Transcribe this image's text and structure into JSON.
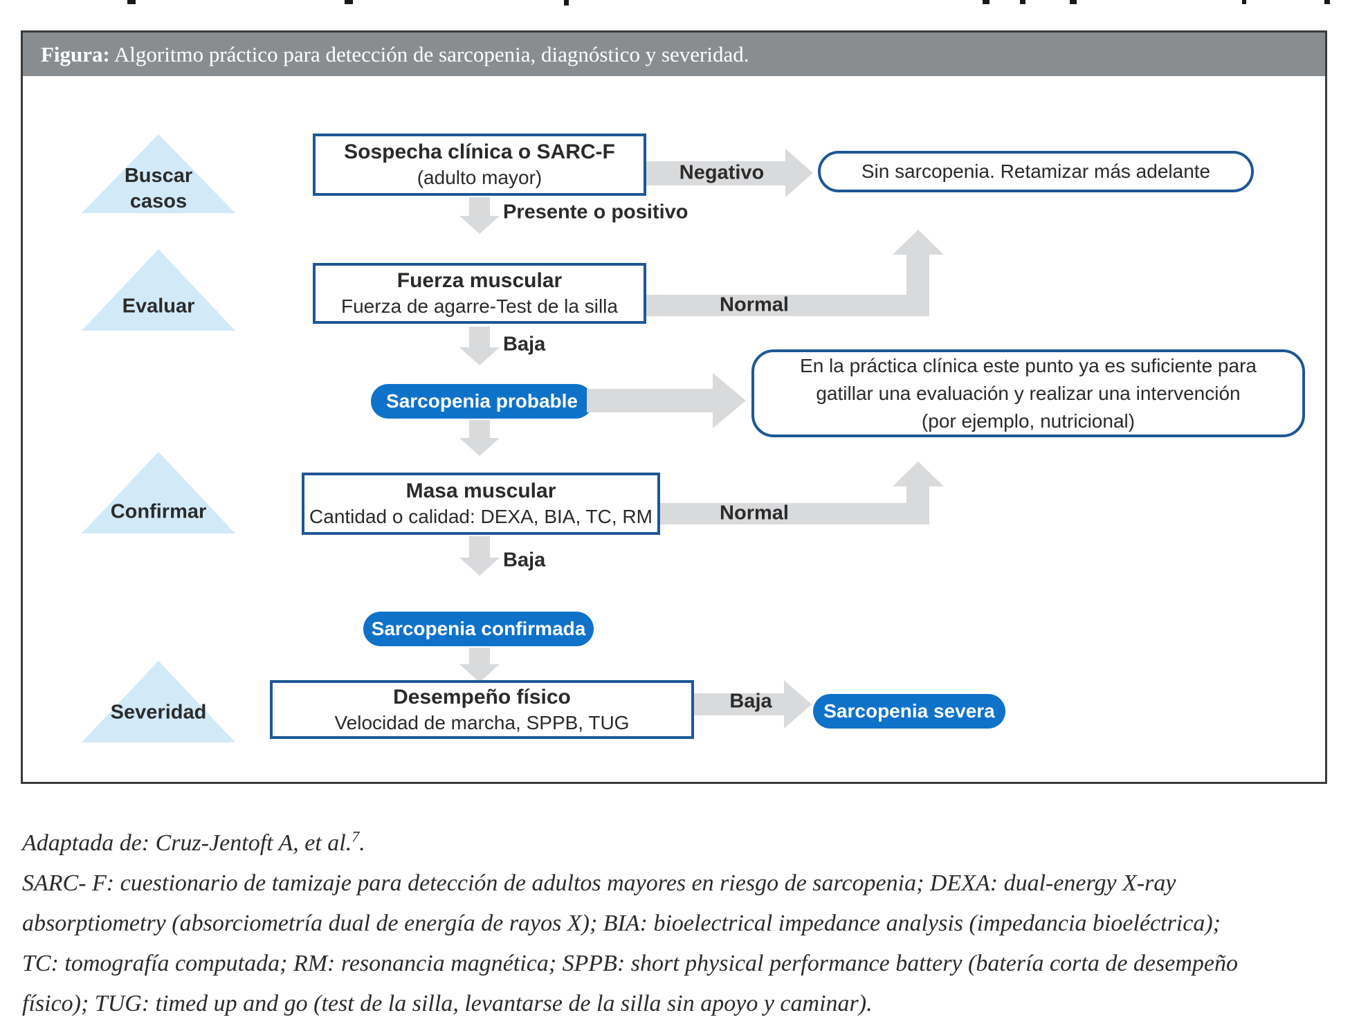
{
  "figure": {
    "header": {
      "label": "Figura:",
      "title": " Algoritmo práctico para detección de sarcopenia, diagnóstico y severidad."
    },
    "stages": [
      {
        "lines": [
          "Buscar",
          "casos"
        ]
      },
      {
        "label": "Evaluar"
      },
      {
        "label": "Confirmar"
      },
      {
        "label": "Severidad"
      }
    ],
    "nodes": {
      "suspicion": {
        "title": "Sospecha clínica o SARC-F",
        "subtitle": "(adulto mayor)"
      },
      "no_sarcopenia": {
        "text": "Sin sarcopenia. Retamizar más adelante"
      },
      "strength": {
        "title": "Fuerza muscular",
        "subtitle": "Fuerza de agarre-Test de la silla"
      },
      "probable": {
        "text": "Sarcopenia probable"
      },
      "note": {
        "lines": [
          "En la práctica clínica este punto ya es suficiente para",
          "gatillar una evaluación y realizar una intervención",
          "(por ejemplo, nutricional)"
        ]
      },
      "mass": {
        "title": "Masa muscular",
        "subtitle": "Cantidad o calidad: DEXA, BIA, TC, RM"
      },
      "confirmed": {
        "text": "Sarcopenia confirmada"
      },
      "performance": {
        "title": "Desempeño físico",
        "subtitle": "Velocidad de marcha, SPPB, TUG"
      },
      "severe": {
        "text": "Sarcopenia severa"
      }
    },
    "edges": {
      "negativo": "Negativo",
      "presente": "Presente o positivo",
      "normal1": "Normal",
      "baja1": "Baja",
      "normal2": "Normal",
      "baja2": "Baja",
      "baja3": "Baja"
    }
  },
  "caption": {
    "adapted": "Adaptada de: Cruz-Jentoft A, et al.",
    "ref": "7",
    "period": ".",
    "lines": [
      "SARC- F: cuestionario de tamizaje para detección de adultos mayores en riesgo de sarcopenia; DEXA: dual-energy X-ray",
      "absorptiometry (absorciometría dual de energía de rayos X); BIA: bioelectrical impedance analysis (impedancia bioeléctrica);",
      "TC: tomografía computada; RM: resonancia magnética; SPPB: short physical performance battery (batería corta de desempeño",
      "físico); TUG: timed up and go (test de la silla, levantarse de la silla sin apoyo y caminar)."
    ]
  },
  "colors": {
    "navy_border": "#1d5795",
    "pill_blue": "#0f72c9",
    "arrow_gray": "#d9dadc",
    "triangle_blue": "#d2eaf8",
    "header_gray": "#8a8d90",
    "text_dark": "#2a2a2a"
  }
}
